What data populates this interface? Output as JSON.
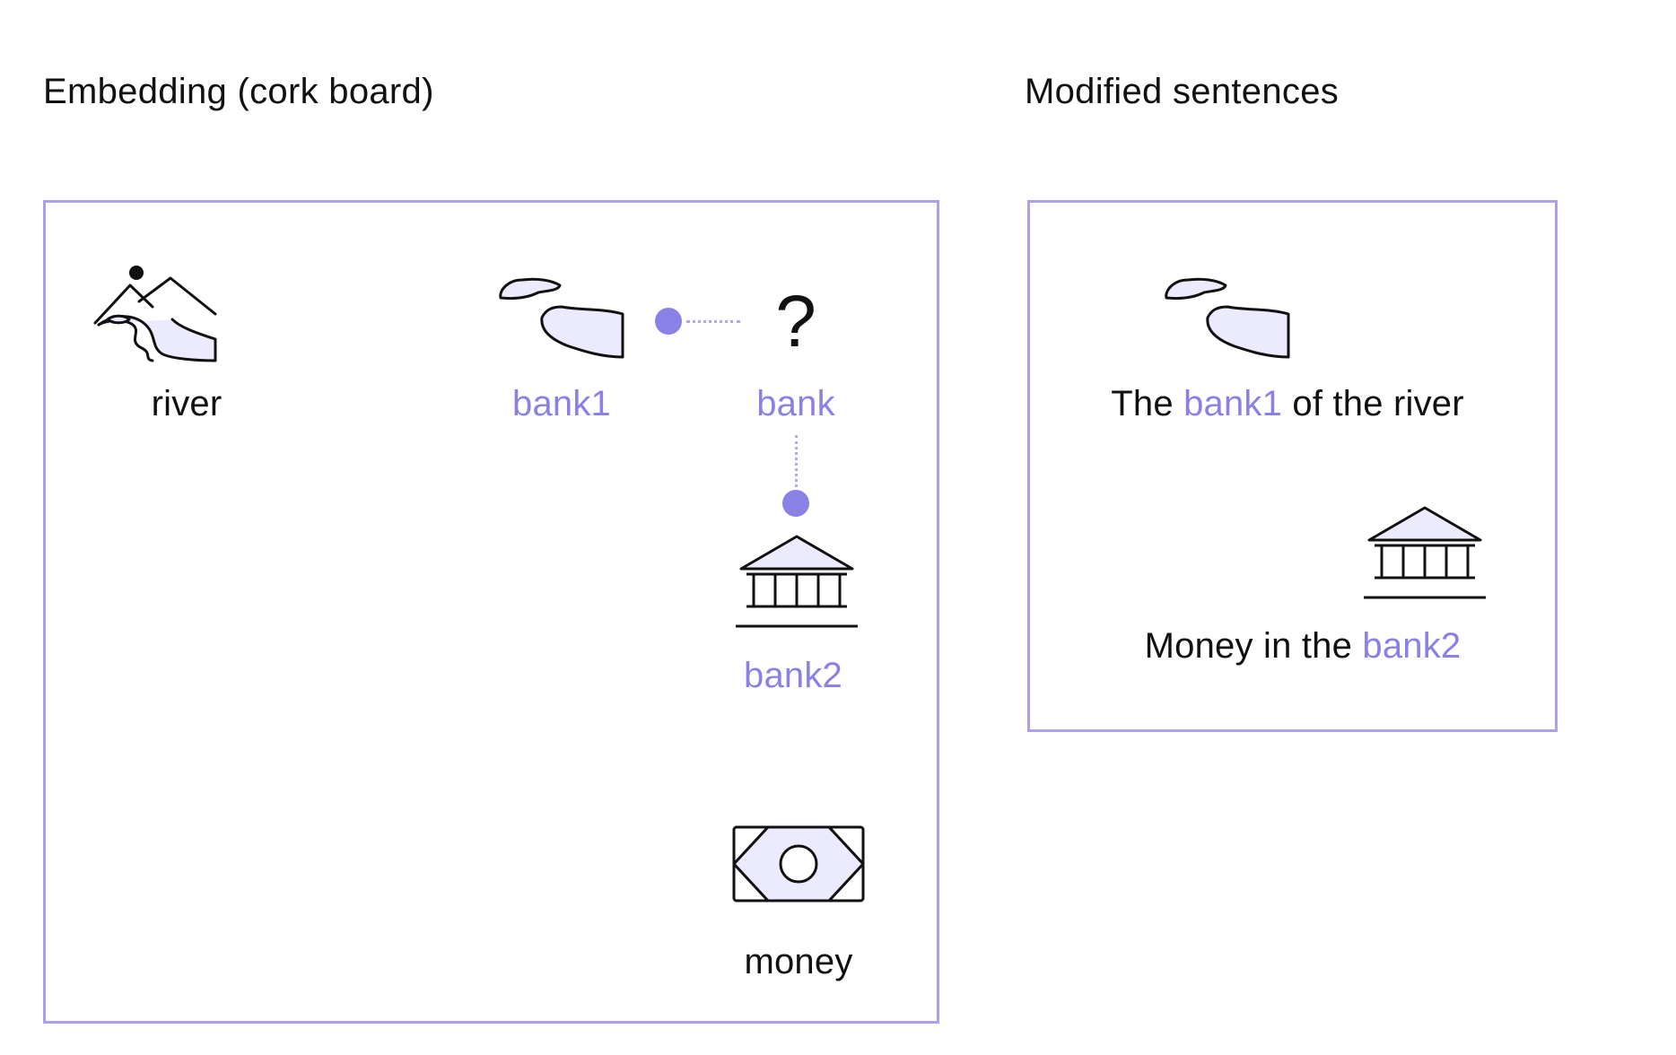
{
  "headings": {
    "left": "Embedding (cork board)",
    "right": "Modified sentences"
  },
  "colors": {
    "accent": "#8b80e6",
    "border": "#a9a0ee",
    "fill": "#eceaff",
    "text": "#111111"
  },
  "cork_board": {
    "river_label": "river",
    "bank1_label": "bank1",
    "bank_label": "bank",
    "bank_question": "?",
    "bank2_label": "bank2",
    "money_label": "money",
    "icons": [
      "mountain-river-icon",
      "riverbank-icon",
      "bank-building-icon",
      "banknote-icon"
    ]
  },
  "sentences": {
    "first": {
      "before": "The ",
      "highlight": "bank1",
      "after": " of the river"
    },
    "second": {
      "before": "Money in the ",
      "highlight": "bank2"
    }
  }
}
